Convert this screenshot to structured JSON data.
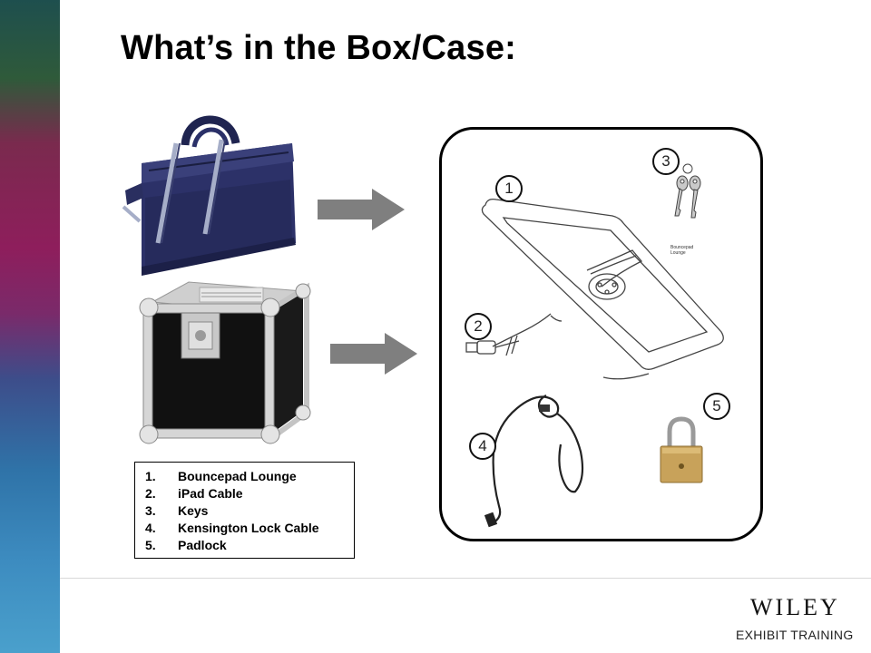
{
  "title": "What’s in the Box/Case:",
  "legend": {
    "items": [
      {
        "num": "1.",
        "label": "Bouncepad Lounge"
      },
      {
        "num": "2.",
        "label": "iPad Cable"
      },
      {
        "num": "3.",
        "label": "Keys"
      },
      {
        "num": "4.",
        "label": "Kensington Lock Cable"
      },
      {
        "num": "5.",
        "label": "Padlock"
      }
    ]
  },
  "badges": {
    "b1": "1",
    "b2": "2",
    "b3": "3",
    "b4": "4",
    "b5": "5"
  },
  "device_caption": {
    "line1": "Bouncepad",
    "line2": "Lounge"
  },
  "branding": {
    "logo": "WILEY",
    "tagline": "EXHIBIT TRAINING"
  },
  "colors": {
    "accent_magenta": "#8e1e5c",
    "accent_blue": "#3d8cc0",
    "arrow": "#7f7f7f",
    "padlock": "#c8a25a"
  }
}
